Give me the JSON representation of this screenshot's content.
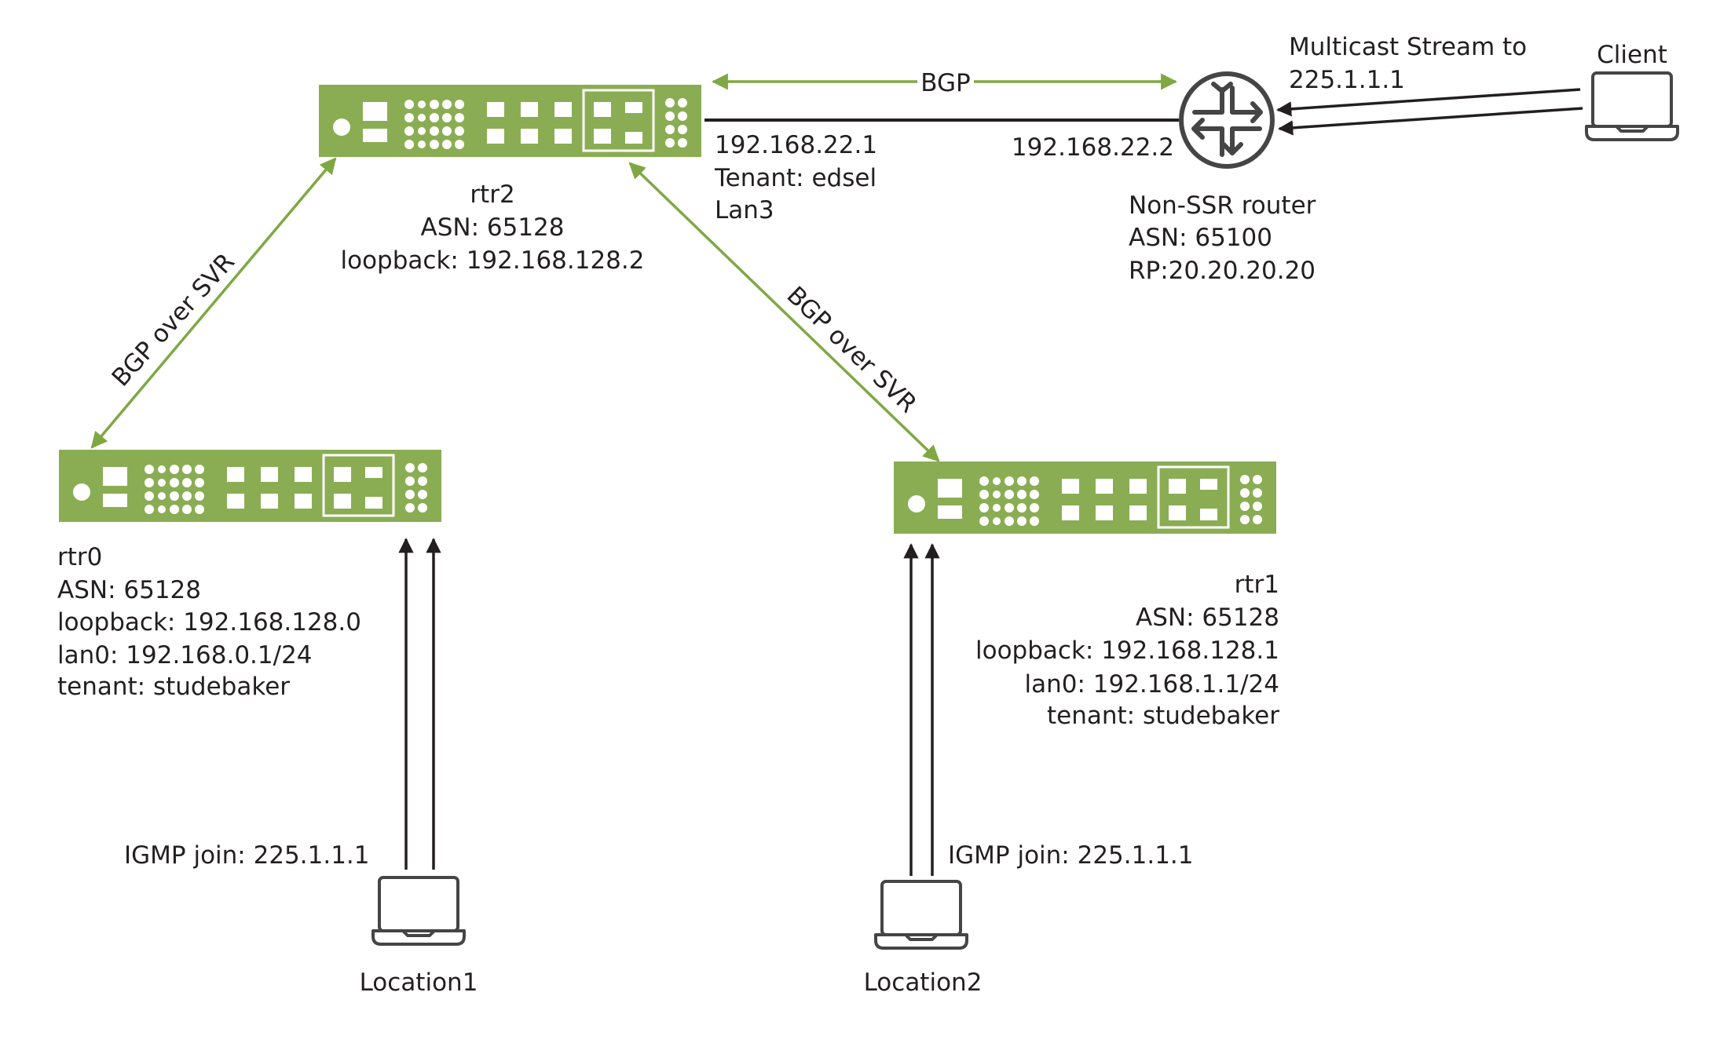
{
  "colors": {
    "router_green": "#8aad53",
    "bgp_link": "#7fa843",
    "line_dark": "#231f20",
    "icon_gray": "#454545"
  },
  "nodes": {
    "rtr2": {
      "icon": "ssr-router-icon",
      "lines": [
        "rtr2",
        "ASN: 65128",
        "loopback: 192.168.128.2"
      ],
      "interface_lines": [
        "192.168.22.1",
        "Tenant: edsel",
        "Lan3"
      ]
    },
    "rtr0": {
      "icon": "ssr-router-icon",
      "lines": [
        "rtr0",
        "ASN: 65128",
        "loopback: 192.168.128.0",
        "lan0: 192.168.0.1/24",
        "tenant: studebaker"
      ]
    },
    "rtr1": {
      "icon": "ssr-router-icon",
      "lines": [
        "rtr1",
        "ASN: 65128",
        "loopback: 192.168.128.1",
        "lan0: 192.168.1.1/24",
        "tenant: studebaker"
      ]
    },
    "non_ssr": {
      "icon": "router-icon",
      "interface": "192.168.22.2",
      "lines": [
        "Non-SSR router",
        "ASN: 65100",
        "RP:20.20.20.20"
      ]
    },
    "client": {
      "icon": "laptop-icon",
      "label": "Client"
    },
    "location1": {
      "icon": "laptop-icon",
      "label": "Location1"
    },
    "location2": {
      "icon": "laptop-icon",
      "label": "Location2"
    }
  },
  "links": {
    "bgp_top": "BGP",
    "bgp_left": "BGP over SVR",
    "bgp_right": "BGP over SVR",
    "multicast": [
      "Multicast Stream to",
      "225.1.1.1"
    ],
    "igmp_location1": "IGMP join: 225.1.1.1",
    "igmp_location2": "IGMP join: 225.1.1.1"
  }
}
